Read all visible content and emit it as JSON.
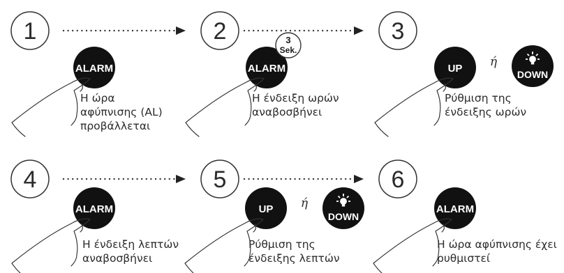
{
  "steps": [
    {
      "number": "1",
      "button": "ALARM",
      "caption": [
        "Η ώρα",
        "αφύπνισης (AL)",
        "προβάλλεται"
      ]
    },
    {
      "number": "2",
      "button": "ALARM",
      "badge": [
        "3",
        "Sek."
      ],
      "caption": [
        "Η ένδειξη ωρών",
        "αναβοσβήνει"
      ]
    },
    {
      "number": "3",
      "button": "UP",
      "separator": "ή",
      "button2": "DOWN",
      "caption": [
        "Ρύθμιση της",
        "ένδειξης ωρών"
      ]
    },
    {
      "number": "4",
      "button": "ALARM",
      "caption": [
        "Η ένδειξη λεπτών",
        "αναβοσβήνει"
      ]
    },
    {
      "number": "5",
      "button": "UP",
      "separator": "ή",
      "button2": "DOWN",
      "caption": [
        "Ρύθμιση της",
        "ένδειξης λεπτών"
      ]
    },
    {
      "number": "6",
      "button": "ALARM",
      "caption": [
        "Η ώρα αφύπνισης έχει",
        "ρυθμιστεί"
      ]
    }
  ],
  "colors": {
    "button_fill": "#111111",
    "button_text": "#ffffff",
    "line": "#333333",
    "text": "#2b2b2b"
  },
  "icons": {
    "connector": "dotted-arrow",
    "light": "light-bulb-icon",
    "hand": "pointing-hand-icon"
  }
}
